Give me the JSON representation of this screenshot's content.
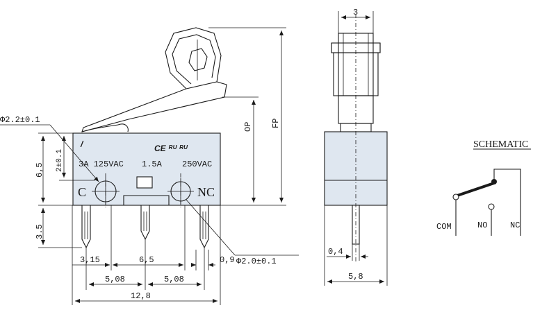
{
  "front_view": {
    "rating_left": "3A 125VAC",
    "rating_mid": "1.5A",
    "rating_right": "250VAC",
    "cert_marks": "CE  ᴿᵁ  ᴿᵁ",
    "terminal_c": "C",
    "terminal_nc": "NC",
    "hole_d_large": "Φ2.2±0.1",
    "hole_d_small": "Φ2.0±0.1",
    "dim_body_height": "6,5",
    "dim_hole_height": "2±0.1",
    "dim_pin_length": "3.5",
    "dim_op": "OP",
    "dim_fp": "FP",
    "dim_3_15": "3,15",
    "dim_6_5": "6,5",
    "dim_0_9": "0,9",
    "dim_5_08_a": "5,08",
    "dim_5_08_b": "5,08",
    "dim_12_8": "12,8"
  },
  "side_view": {
    "dim_top": "3",
    "dim_pin": "0,4",
    "dim_width": "5,8"
  },
  "schematic": {
    "title": "SCHEMATIC",
    "com": "COM",
    "no": "NO",
    "nc": "NC"
  }
}
